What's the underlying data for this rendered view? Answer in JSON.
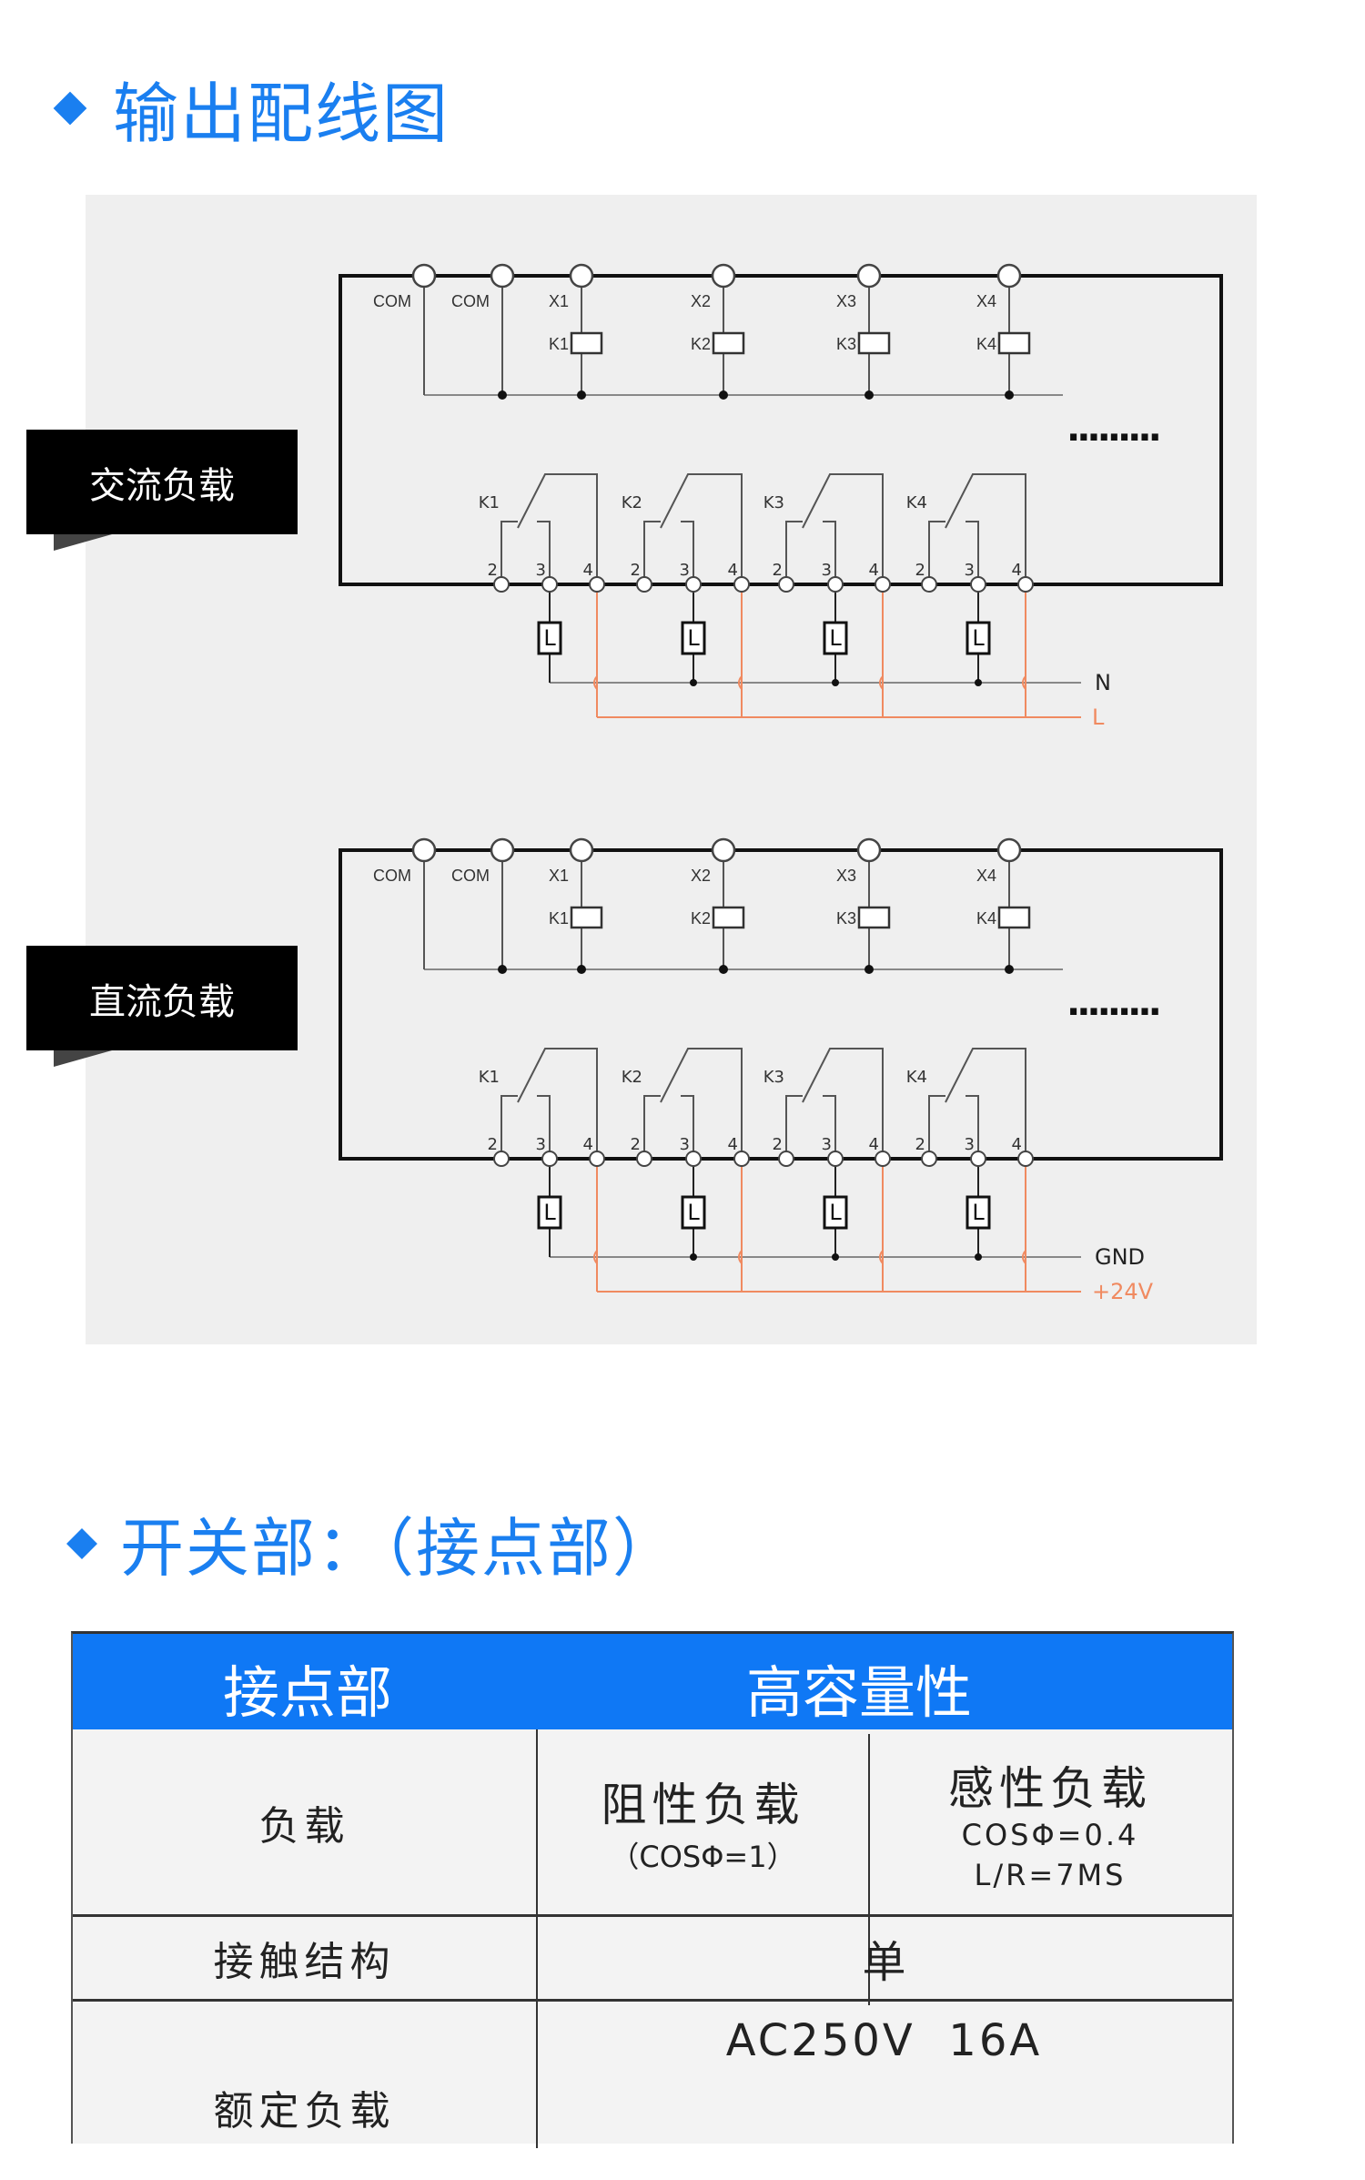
{
  "section1": {
    "title": "输出配线图"
  },
  "diagrams": [
    {
      "tag": "交流负载",
      "supply_top": "N",
      "supply_bottom": "L"
    },
    {
      "tag": "直流负载",
      "supply_top": "GND",
      "supply_bottom": "+24V"
    }
  ],
  "terminals": [
    "COM",
    "COM",
    "X1",
    "X2",
    "X3",
    "X4"
  ],
  "relays": [
    "K1",
    "K2",
    "K3",
    "K4"
  ],
  "contact_pins": [
    "2",
    "3",
    "4"
  ],
  "load_label": "L",
  "ellipsis": ".........",
  "colors": {
    "accent": "#1a7ff0",
    "header": "#0f78f5",
    "supply_wire": "#f08a60"
  },
  "section2": {
    "title": "开关部：（接点部）"
  },
  "table": {
    "header": [
      "接点部",
      "高容量性"
    ],
    "rows": [
      {
        "label": "负载",
        "resistive": "阻性负载",
        "resistive_note": "（COSΦ=1）",
        "inductive": "感性负载",
        "inductive_note1": "COSΦ=0.4",
        "inductive_note2": "L/R=7MS"
      },
      {
        "label": "接触结构",
        "value": "单"
      },
      {
        "label": "额定负载",
        "value": "AC250V  16A"
      }
    ]
  }
}
